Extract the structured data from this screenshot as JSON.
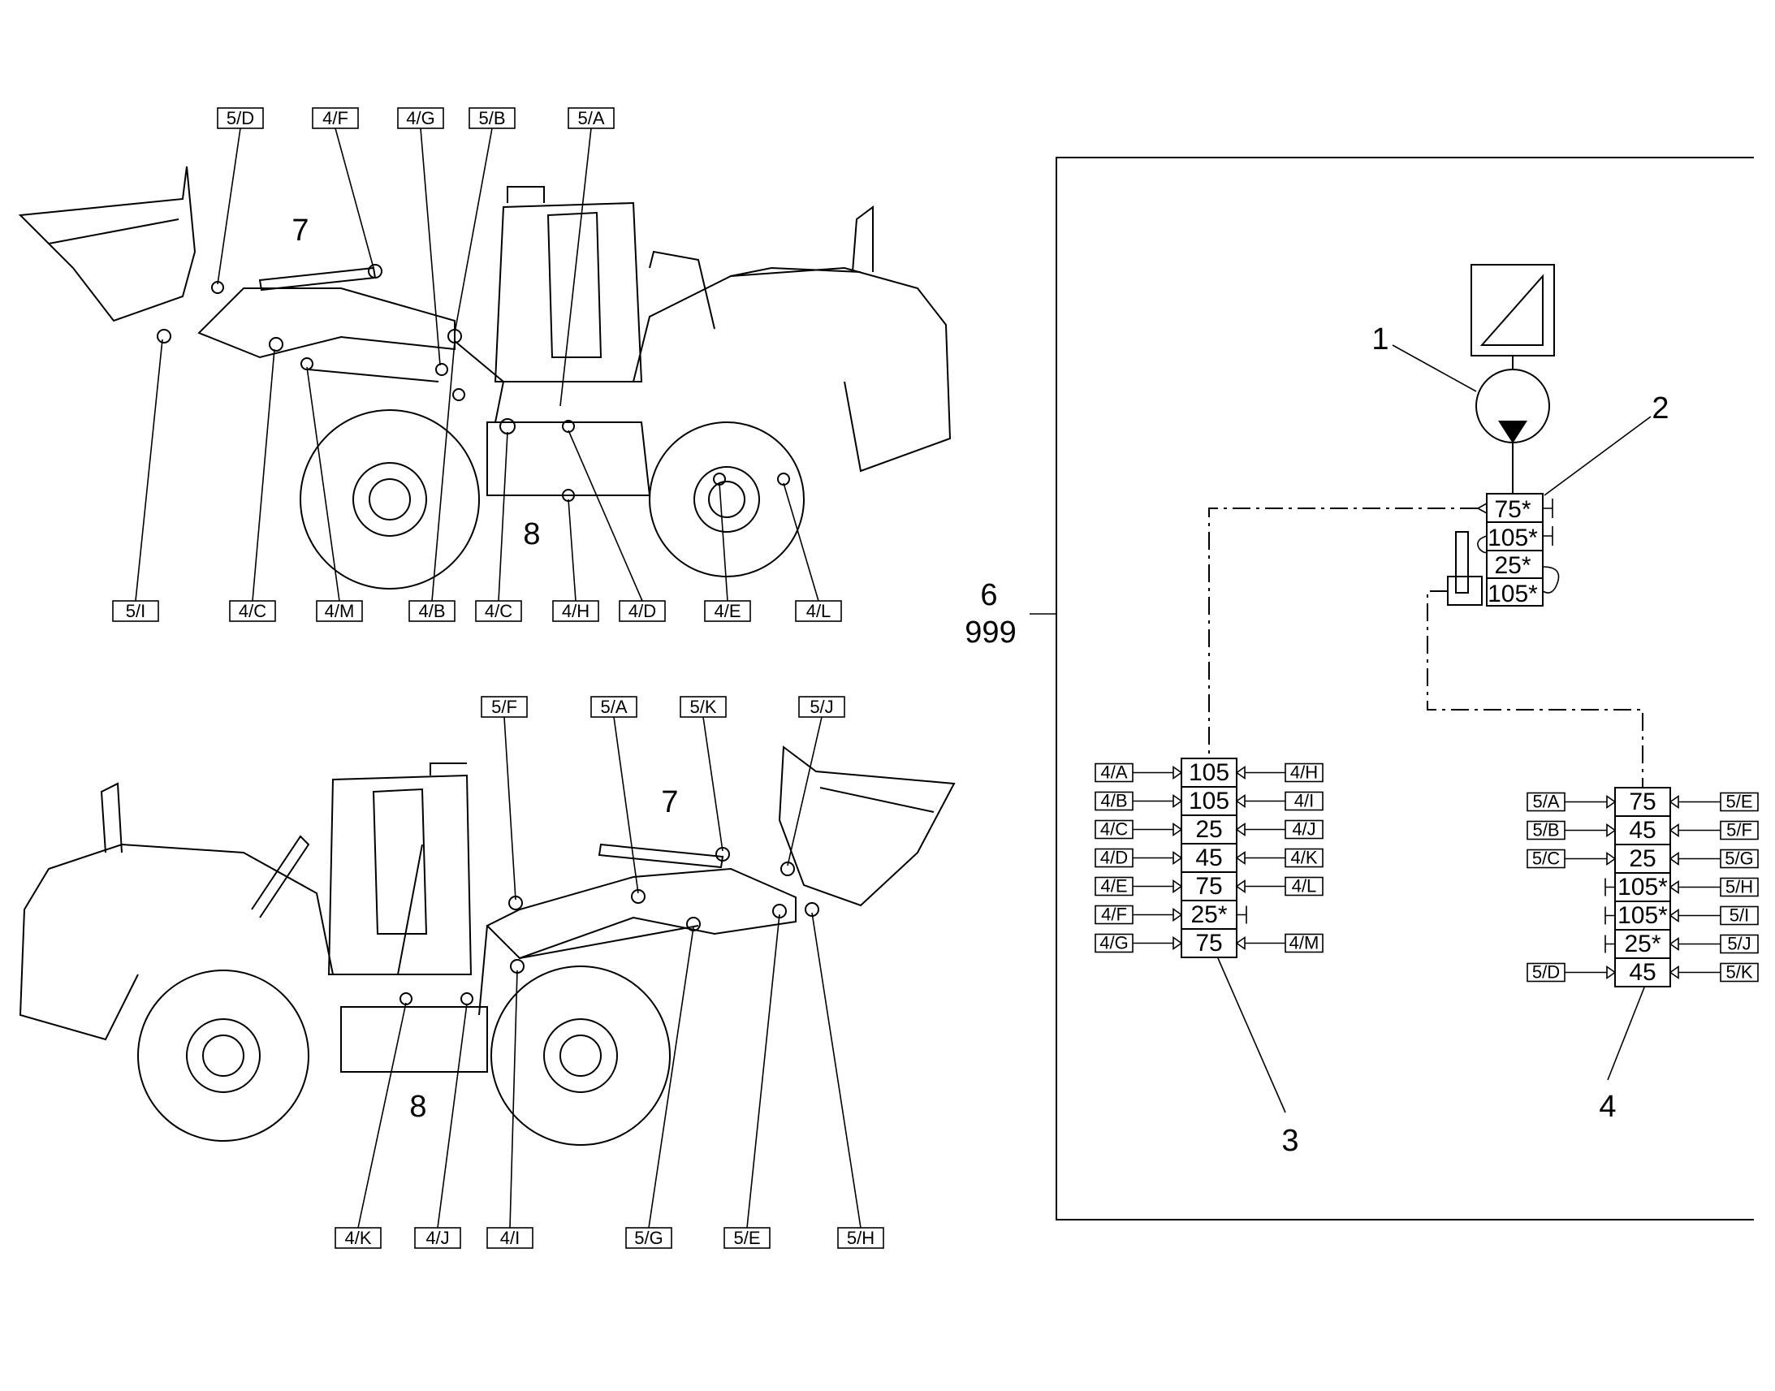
{
  "top_view": {
    "tags_top": [
      "5/D",
      "4/F",
      "4/G",
      "5/B",
      "5/A"
    ],
    "tags_bottom": [
      "5/I",
      "4/C",
      "4/M",
      "4/B",
      "4/C",
      "4/H",
      "4/D",
      "4/E",
      "4/L"
    ],
    "label_arm": "7",
    "label_frame": "8"
  },
  "bottom_view": {
    "tags_top": [
      "5/F",
      "5/A",
      "5/K",
      "5/J"
    ],
    "tags_bottom": [
      "4/K",
      "4/J",
      "4/I",
      "5/G",
      "5/E",
      "5/H"
    ],
    "label_arm": "7",
    "label_frame": "8"
  },
  "schematic": {
    "frame_label": "6",
    "frame_sub_label": "999",
    "callouts": [
      "1",
      "2",
      "3",
      "4"
    ],
    "distributor_main": [
      "75*",
      "105*",
      "25*",
      "105*"
    ],
    "block_3": {
      "cells": [
        "105",
        "105",
        "25",
        "45",
        "75",
        "25*",
        "75"
      ],
      "left": [
        "4/A",
        "4/B",
        "4/C",
        "4/D",
        "4/E",
        "4/F",
        "4/G"
      ],
      "right": [
        "4/H",
        "4/I",
        "4/J",
        "4/K",
        "4/L",
        "",
        "4/M"
      ]
    },
    "block_4": {
      "cells": [
        "75",
        "45",
        "25",
        "105*",
        "105*",
        "25*",
        "45"
      ],
      "left": [
        "5/A",
        "5/B",
        "5/C",
        "",
        "",
        "",
        "5/D"
      ],
      "right": [
        "5/E",
        "5/F",
        "5/G",
        "5/H",
        "5/I",
        "5/J",
        "5/K"
      ]
    }
  },
  "colors": {
    "line": "#000000",
    "background": "#ffffff"
  }
}
